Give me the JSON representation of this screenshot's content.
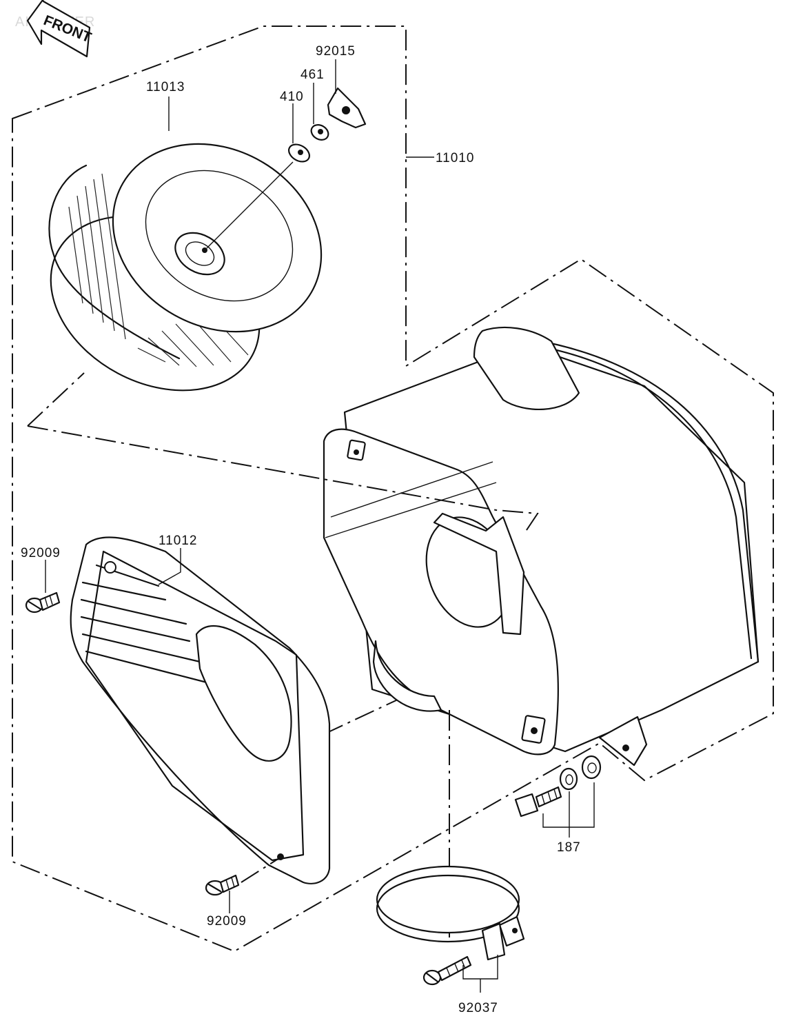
{
  "watermark": "AIR FILTER",
  "front_arrow": "FRONT",
  "parts": {
    "element": "11013",
    "housing": "11010",
    "cover": "11012",
    "washer_410": "410",
    "nut_461": "461",
    "clip_92015": "92015",
    "screw_top": "92009",
    "screw_bottom": "92009",
    "bolt_set": "187",
    "clamp": "92037"
  }
}
